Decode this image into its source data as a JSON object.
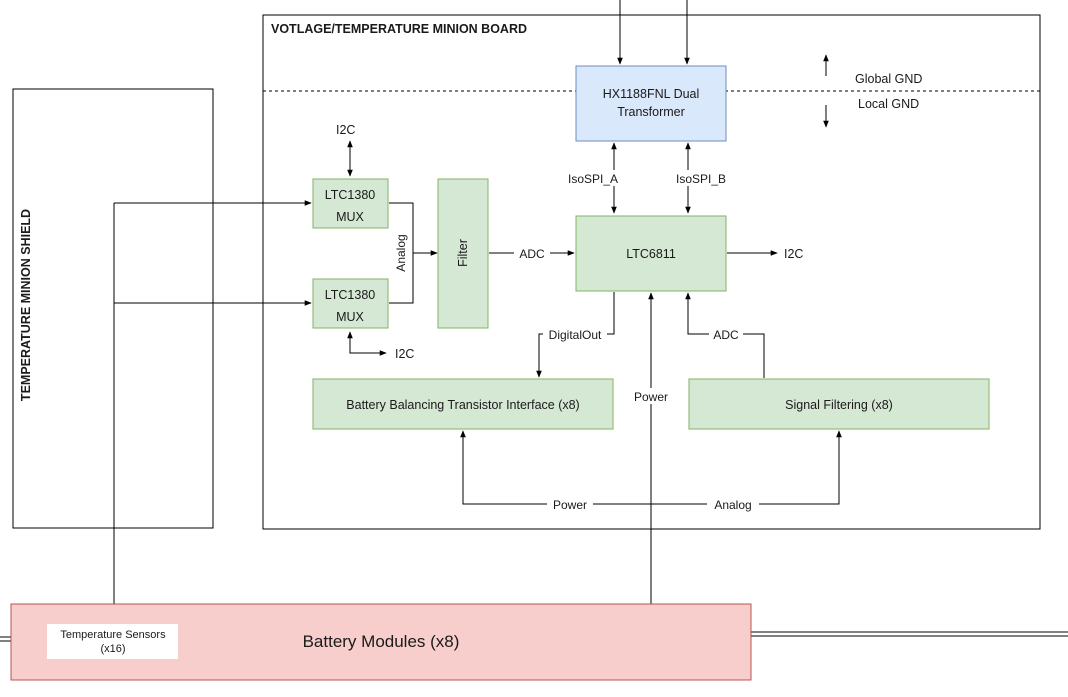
{
  "colors": {
    "green_fill": "#d5e8d4",
    "green_stroke": "#82b366",
    "blue_fill": "#dae8fc",
    "blue_stroke": "#6c8ebf",
    "red_fill": "#f8cecc",
    "red_stroke": "#b85450",
    "line": "#000000"
  },
  "shield": {
    "title": "TEMPERATURE MINION SHIELD"
  },
  "board": {
    "title": "VOTLAGE/TEMPERATURE MINION BOARD"
  },
  "gnd": {
    "global": "Global GND",
    "local": "Local GND"
  },
  "blocks": {
    "transformer": {
      "line1": "HX1188FNL Dual",
      "line2": "Transformer"
    },
    "mux_top": {
      "line1": "LTC1380",
      "line2": "MUX"
    },
    "mux_bottom": {
      "line1": "LTC1380",
      "line2": "MUX"
    },
    "filter": {
      "label": "Filter"
    },
    "ltc6811": {
      "label": "LTC6811"
    },
    "balancing": {
      "label": "Battery Balancing Transistor Interface (x8)"
    },
    "signal_filtering": {
      "label": "Signal Filtering (x8)"
    },
    "battery_modules": {
      "label": "Battery Modules (x8)"
    },
    "temperature_sensors": {
      "line1": "Temperature Sensors",
      "line2": "(x16)"
    }
  },
  "connections": {
    "i2c_top": "I2C",
    "i2c_bottom": "I2C",
    "i2c_right": "I2C",
    "analog_mux": "Analog",
    "adc_filter": "ADC",
    "isospi_a": "IsoSPI_A",
    "isospi_b": "IsoSPI_B",
    "digital_out": "DigitalOut",
    "adc_signal": "ADC",
    "power_ltc": "Power",
    "power_bottom": "Power",
    "analog_bottom": "Analog"
  }
}
